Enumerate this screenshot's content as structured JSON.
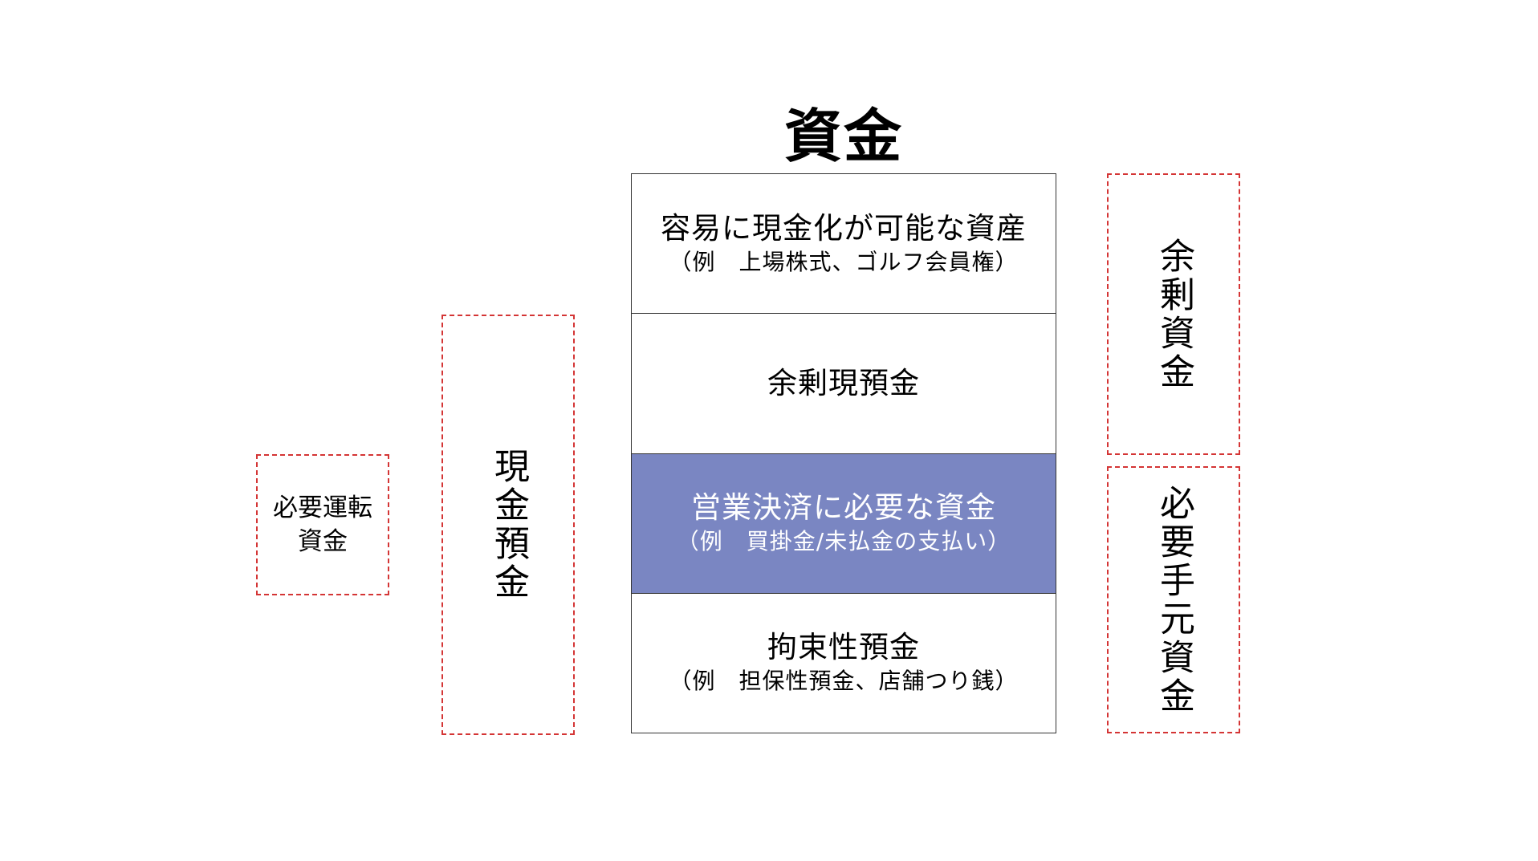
{
  "title": "資金",
  "stack": {
    "segments": [
      {
        "title": "容易に現金化が可能な資産",
        "example": "（例　上場株式、ゴルフ会員権）"
      },
      {
        "title": "余剰現預金",
        "example": ""
      },
      {
        "title": "営業決済に必要な資金",
        "example": "（例　買掛金/未払金の支払い）"
      },
      {
        "title": "拘束性預金",
        "example": "（例　担保性預金、店舗つり銭）"
      }
    ]
  },
  "left_labels": {
    "working_capital": "必要運転資金",
    "cash_deposits": "現金預金"
  },
  "right_labels": {
    "surplus_funds": "余剰資金",
    "required_on_hand": "必要手元資金"
  },
  "colors": {
    "highlight": "#7a86c2",
    "dashed_border": "#d43535"
  }
}
